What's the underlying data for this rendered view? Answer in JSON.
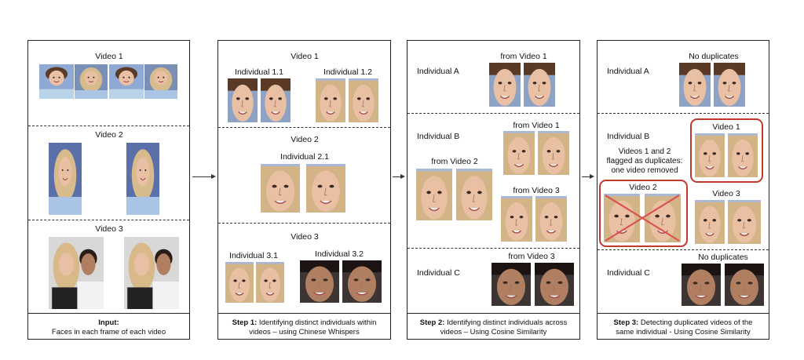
{
  "panel1": {
    "sections": [
      "Video 1",
      "Video 2",
      "Video 3"
    ],
    "caption_title": "Input:",
    "caption_text": "Faces in each frame of each video"
  },
  "panel2": {
    "video1": "Video 1",
    "ind_1_1": "Individual 1.1",
    "ind_1_2": "Individual 1.2",
    "video2": "Video 2",
    "ind_2_1": "Individual 2.1",
    "video3": "Video 3",
    "ind_3_1": "Individual 3.1",
    "ind_3_2": "Individual 3.2",
    "caption_title": "Step 1:",
    "caption_text": " Identifying distinct individuals within",
    "caption_text2": "videos – using Chinese Whispers"
  },
  "panel3": {
    "ind_a": "Individual A",
    "a_from": "from Video 1",
    "ind_b": "Individual B",
    "b_from1": "from Video 1",
    "b_from2": "from Video 2",
    "b_from3": "from Video 3",
    "ind_c": "Individual C",
    "c_from": "from Video 3",
    "caption_title": "Step 2:",
    "caption_text": " Identifying distinct individuals across",
    "caption_text2": "videos – Using Cosine Similarity"
  },
  "panel4": {
    "ind_a": "Individual A",
    "a_status": "No duplicates",
    "ind_b": "Individual B",
    "v1": "Video 1",
    "v2": "Video 2",
    "v3": "Video 3",
    "note1": "Videos 1 and 2",
    "note2": "flagged as duplicates:",
    "note3": "one video removed",
    "ind_c": "Individual C",
    "c_status": "No duplicates",
    "caption_title": "Step 3:",
    "caption_text": " Detecting duplicated videos of the",
    "caption_text2": "same individual - Using Cosine Similarity"
  },
  "colors": {
    "highlight": "#c0392b",
    "cross": "#d9534f"
  }
}
